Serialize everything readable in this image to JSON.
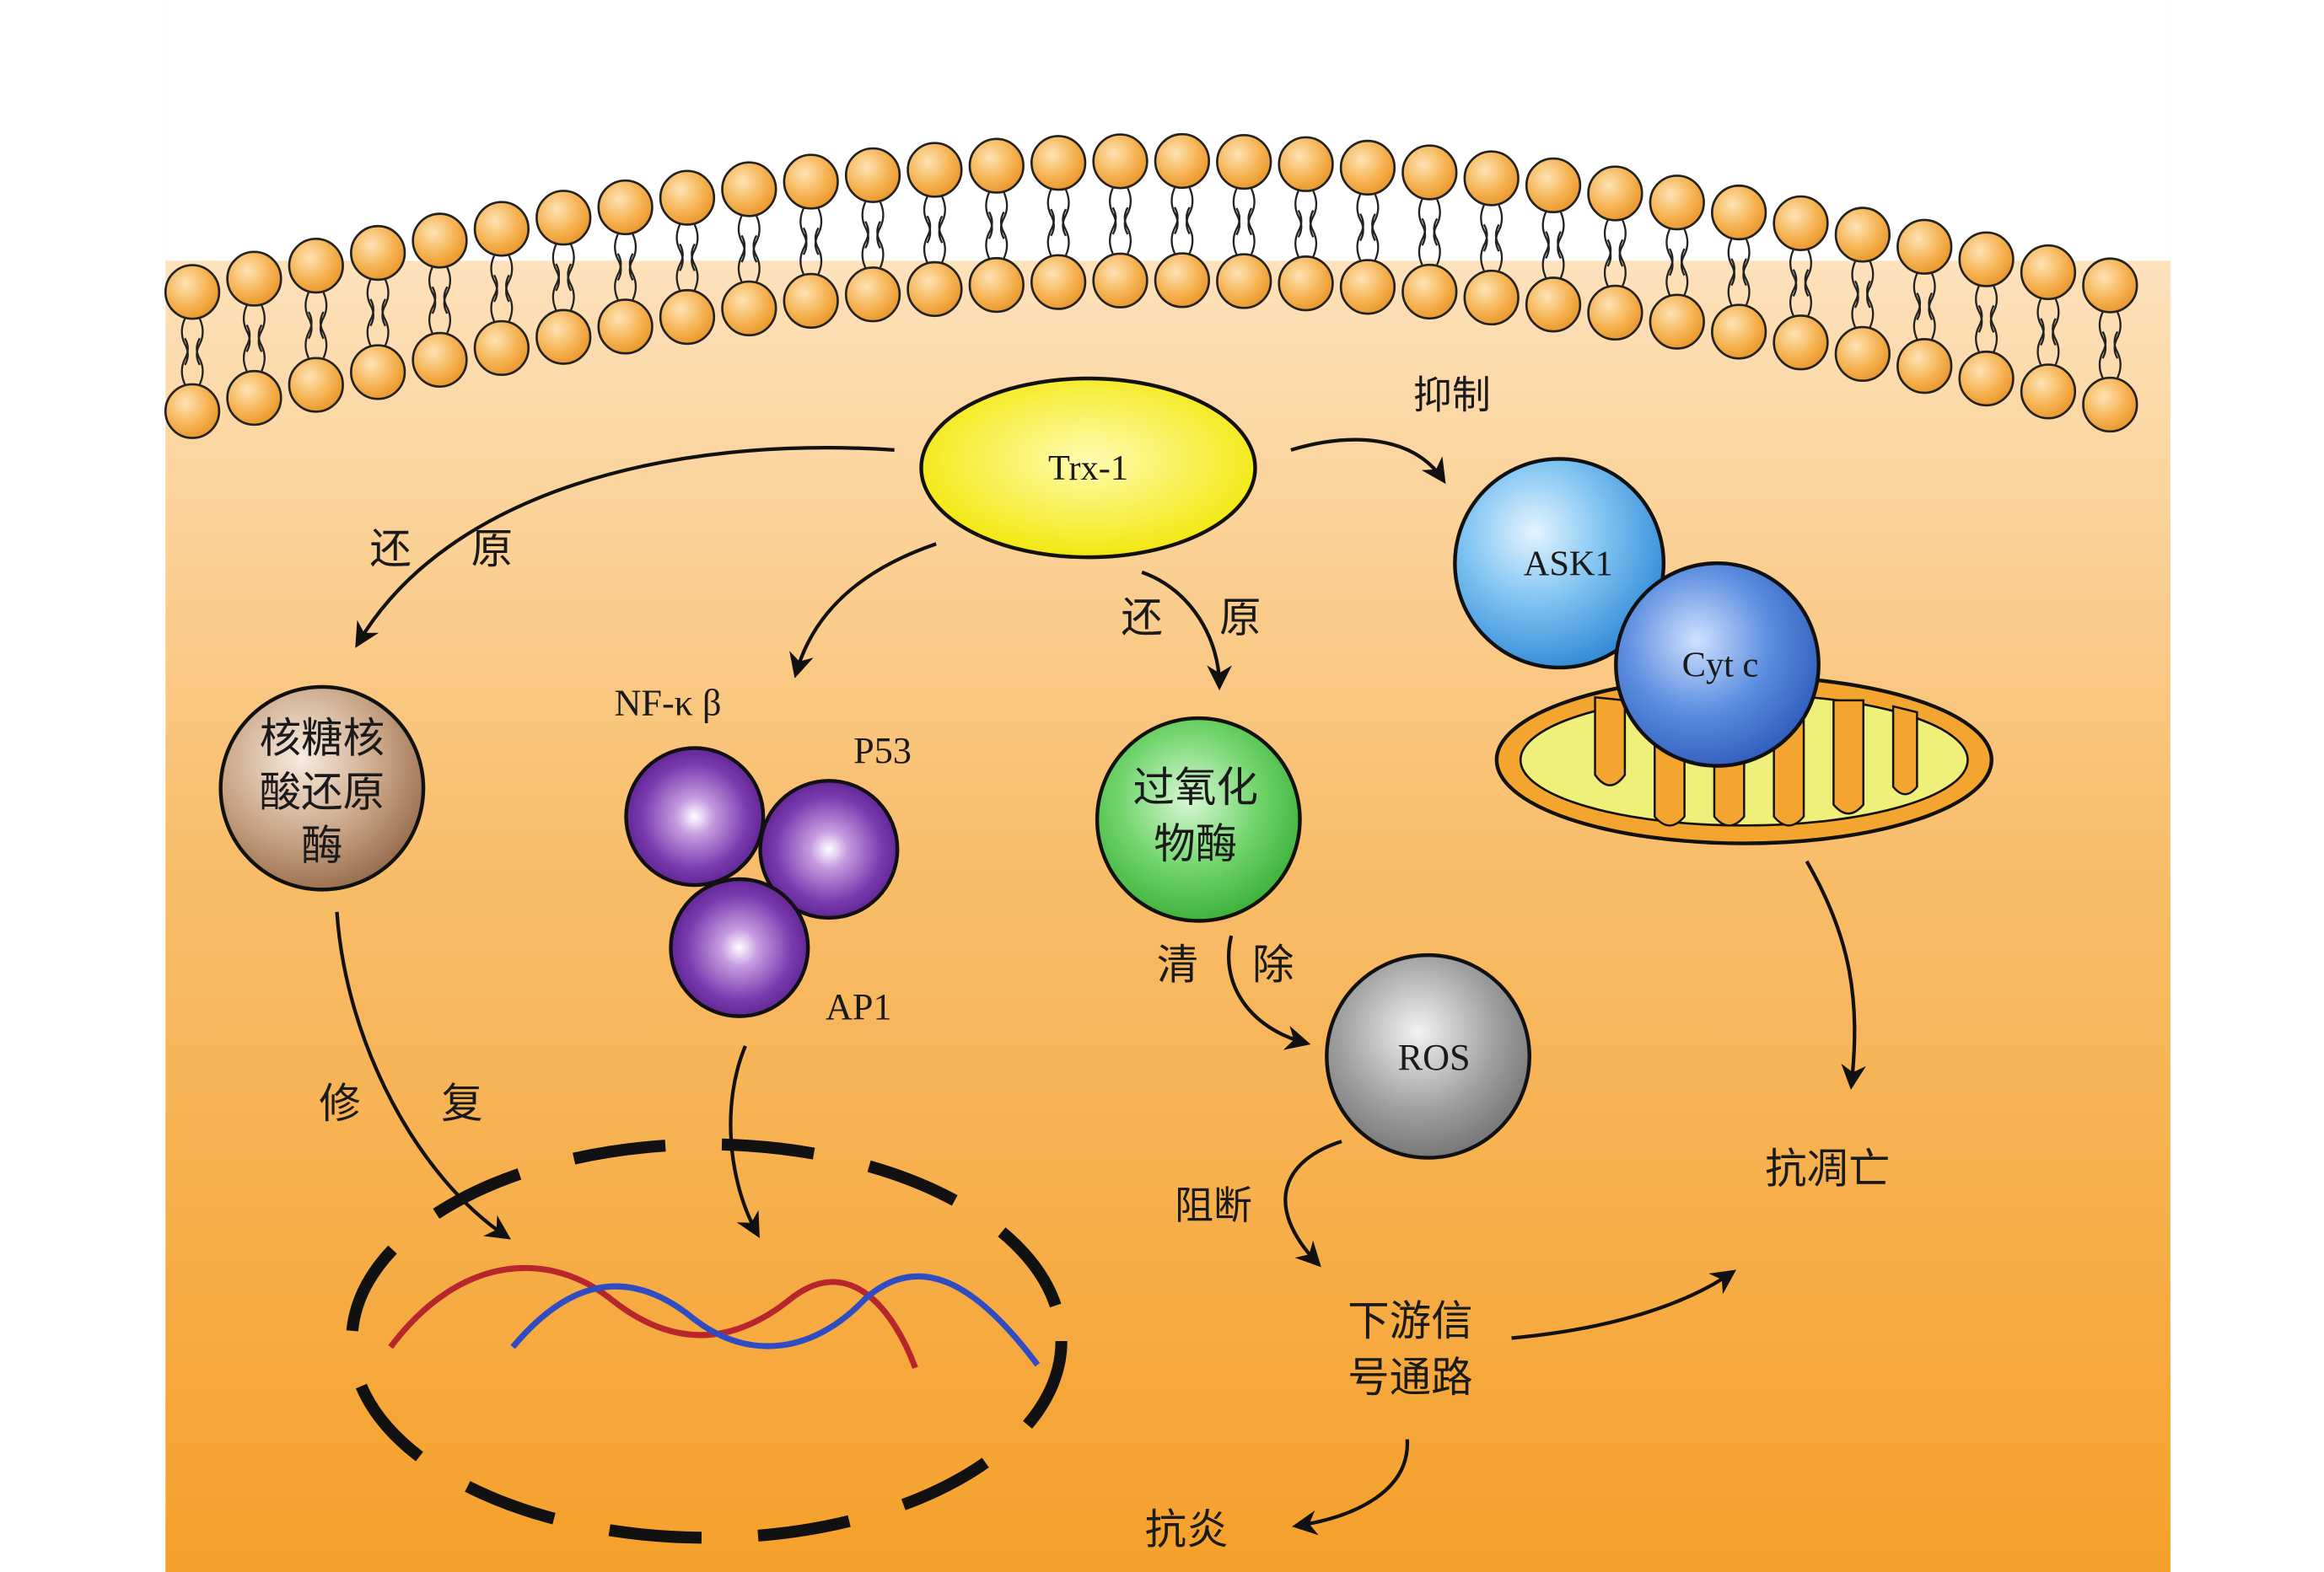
{
  "nodes": {
    "trx1": "Trx-1",
    "ask1": "ASK1",
    "cytc": "Cyt c",
    "rnr_line1": "核糖核",
    "rnr_line2": "酸还原",
    "rnr_line3": "酶",
    "nfkb": "NF-κ β",
    "p53": "P53",
    "ap1": "AP1",
    "perox_line1": "过氧化",
    "perox_line2": "物酶",
    "ros": "ROS",
    "downstream_line1": "下游信",
    "downstream_line2": "号通路"
  },
  "edges": {
    "inhibit": "抑制",
    "reduce_left_1": "还",
    "reduce_left_2": "原",
    "reduce_mid_1": "还",
    "reduce_mid_2": "原",
    "clear_1": "清",
    "clear_2": "除",
    "repair_1": "修",
    "repair_2": "复",
    "block": "阻断"
  },
  "outcomes": {
    "anti_apoptosis": "抗凋亡",
    "anti_inflammation": "抗炎"
  },
  "colors": {
    "background_top": "#fff3e4",
    "background_bottom": "#f6a32a",
    "lipid_head": "#f4ab46",
    "trx1": "#f7ef17",
    "ask1": "#4aa8e6",
    "cytc": "#3f73cf",
    "rnr": "#a87c5b",
    "transcription_factors": "#6b2d9d",
    "peroxidase": "#3fbf3d",
    "ros": "#7a7a7a",
    "mitochondrion_outer": "#f4a52f",
    "mitochondrion_inner": "#eef07a",
    "dna_strand_1": "#b8262d",
    "dna_strand_2": "#2f4cc2"
  }
}
